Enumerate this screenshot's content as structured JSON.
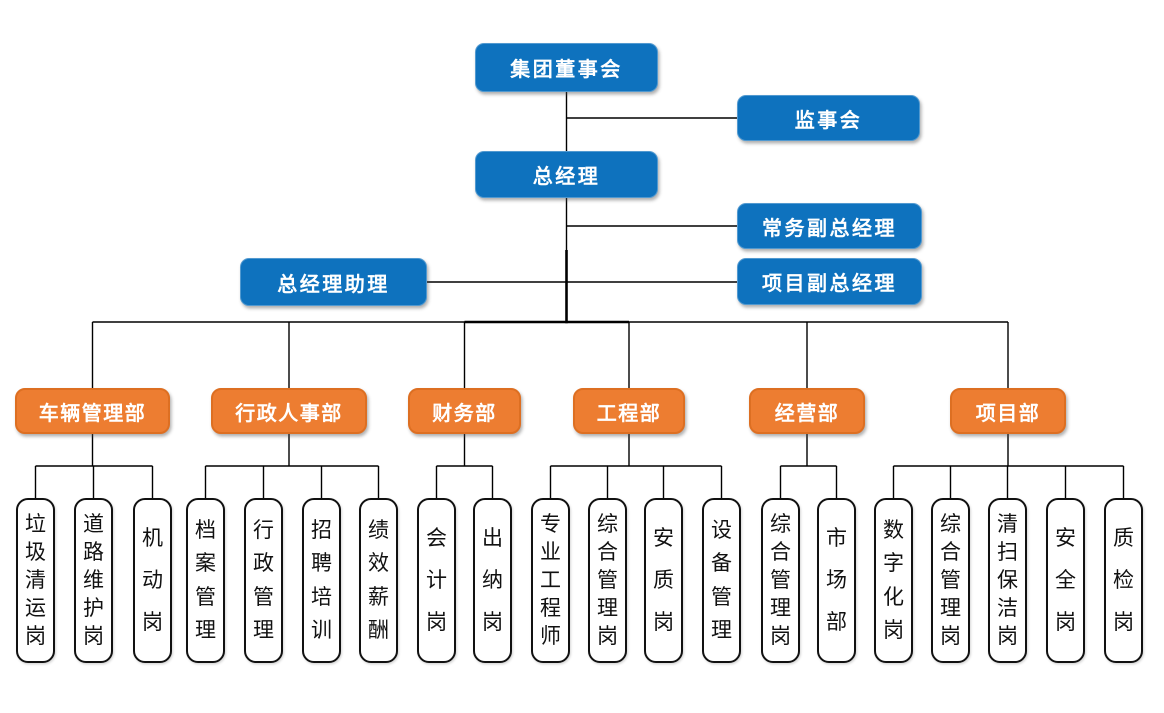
{
  "colors": {
    "executive_box": "#0E72BE",
    "department_box": "#ED7D31",
    "department_border": "#DD6F22",
    "position_box_bg": "#FFFFFF",
    "position_box_border": "#111111",
    "box_text": "#FFFFFF",
    "position_text": "#111111",
    "connector": "#000000"
  },
  "executives": [
    {
      "id": "board",
      "label": "集团董事会"
    },
    {
      "id": "supervisory-board",
      "label": "监事会"
    },
    {
      "id": "general-manager",
      "label": "总经理"
    },
    {
      "id": "executive-deputy-gm",
      "label": "常务副总经理"
    },
    {
      "id": "gm-assistant",
      "label": "总经理助理"
    },
    {
      "id": "project-deputy-gm",
      "label": "项目副总经理"
    }
  ],
  "departments": [
    {
      "label": "车辆管理部",
      "positions": [
        "垃圾清运岗",
        "道路维护岗",
        "机动岗"
      ]
    },
    {
      "label": "行政人事部",
      "positions": [
        "档案管理",
        "行政管理",
        "招聘培训",
        "绩效薪酬"
      ]
    },
    {
      "label": "财务部",
      "positions": [
        "会计岗",
        "出纳岗"
      ]
    },
    {
      "label": "工程部",
      "positions": [
        "专业工程师",
        "综合管理岗",
        "安质岗",
        "设备管理"
      ]
    },
    {
      "label": "经营部",
      "positions": [
        "综合管理岗",
        "市场部"
      ]
    },
    {
      "label": "项目部",
      "positions": [
        "数字化岗",
        "综合管理岗",
        "清扫保洁岗",
        "安全岗",
        "质检岗"
      ]
    }
  ]
}
